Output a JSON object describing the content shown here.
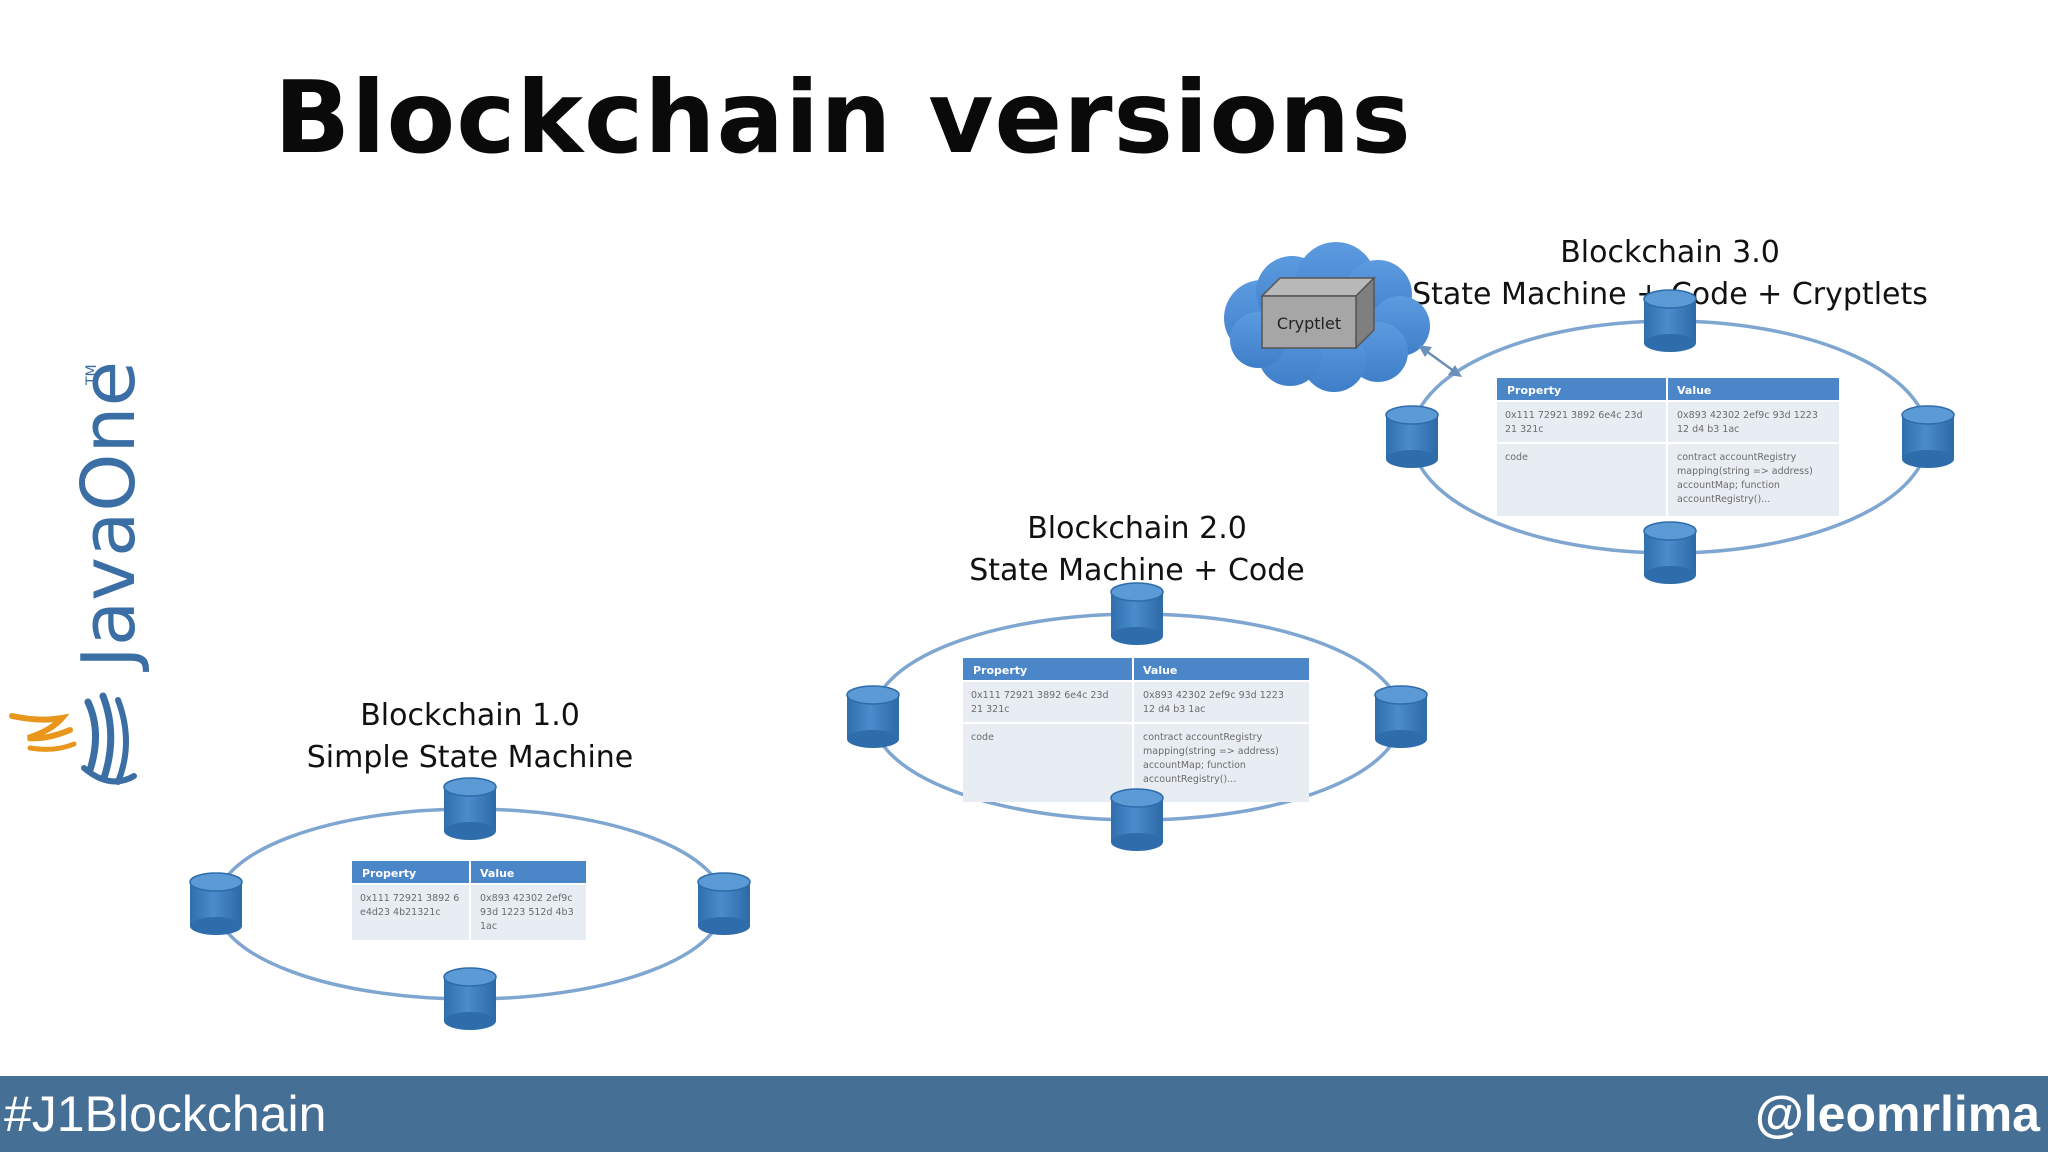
{
  "slide": {
    "title": "Blockchain versions"
  },
  "logo": {
    "text": "JavaOne",
    "tm": "TM"
  },
  "versions": [
    {
      "title": "Blockchain 1.0",
      "subtitle": "Simple State Machine",
      "table": {
        "headers": [
          "Property",
          "Value"
        ],
        "rows": [
          [
            "0x111 72921 3892 6 e4d23 4b21321c",
            "0x893 42302 2ef9c 93d 1223 512d 4b3 1ac"
          ]
        ]
      }
    },
    {
      "title": "Blockchain 2.0",
      "subtitle": "State Machine + Code",
      "table": {
        "headers": [
          "Property",
          "Value"
        ],
        "rows": [
          [
            "0x111 72921 3892 6e4c 23d 21 321c",
            "0x893 42302 2ef9c 93d 1223 12 d4 b3 1ac"
          ],
          [
            "code",
            "contract accountRegistry mapping(string => address) accountMap; function accountRegistry()..."
          ]
        ]
      }
    },
    {
      "title": "Blockchain 3.0",
      "subtitle": "State Machine + Code + Cryptlets",
      "cryptlet_label": "Cryptlet",
      "table": {
        "headers": [
          "Property",
          "Value"
        ],
        "rows": [
          [
            "0x111 72921 3892 6e4c 23d 21 321c",
            "0x893 42302 2ef9c 93d 1223 12 d4 b3 1ac"
          ],
          [
            "code",
            "contract accountRegistry mapping(string => address) accountMap; function accountRegistry()..."
          ]
        ]
      }
    }
  ],
  "footer": {
    "hashtag": "#J1Blockchain",
    "handle": "@leomrlima"
  },
  "colors": {
    "ring": "#7ea6d0",
    "node": "#3b7dc0",
    "table_header": "#4a86c8",
    "table_row": "#e8edf3",
    "footer": "#466f96",
    "logo_text": "#3a6ea5",
    "flame": "#e8961c"
  }
}
